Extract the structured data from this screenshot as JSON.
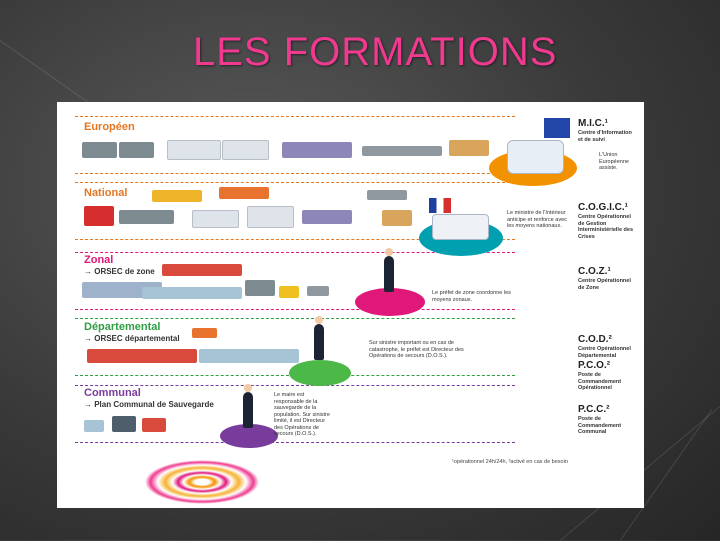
{
  "slide": {
    "title": "LES FORMATIONS"
  },
  "levels": [
    {
      "label": "Européen",
      "sub": "",
      "color": "#e57722",
      "right_title": "M.I.C.¹",
      "right_desc": "Centre d'Information et de suivi",
      "note": "L'Union Européenne assiste."
    },
    {
      "label": "National",
      "sub": "",
      "color": "#e57722",
      "right_title": "C.O.G.I.C.¹",
      "right_desc": "Centre Opérationnel de Gestion Interministérielle des Crises",
      "note": "Le ministre de l'Intérieur anticipe et renforce avec les moyens nationaux."
    },
    {
      "label": "Zonal",
      "sub": "→ ORSEC de zone",
      "color": "#e0187a",
      "right_title": "C.O.Z.¹",
      "right_desc": "Centre Opérationnel de Zone",
      "note": "Le préfet de zone coordonne les moyens zonaux."
    },
    {
      "label": "Départemental",
      "sub": "→ ORSEC départemental",
      "color": "#2f9e44",
      "right_title": "C.O.D.²",
      "right_desc": "Centre Opérationnel Départemental",
      "right_title2": "P.C.O.²",
      "right_desc2": "Poste de Commandement Opérationnel",
      "note": "Sur sinistre important ou en cas de catastrophe, le préfet est Directeur des Opérations de secours (D.O.S.)."
    },
    {
      "label": "Communal",
      "sub": "→ Plan Communal de Sauvegarde",
      "color": "#7a3c9c",
      "right_title": "P.C.C.²",
      "right_desc": "Poste de Commandement Communal",
      "note": "Le maire est responsable de la sauvegarde de la population. Sur sinistre limité, il est Directeur des Opérations de secours (D.O.S.)."
    }
  ],
  "footnote": "¹opérationnel 24h/24h, ²activé en cas de besoin",
  "colors": {
    "title": "#ef3a8f",
    "europe": "#f39200",
    "national": "#00a0b0",
    "zonal": "#e0187a",
    "departemental": "#4cb848",
    "communal": "#7a3c9c"
  }
}
